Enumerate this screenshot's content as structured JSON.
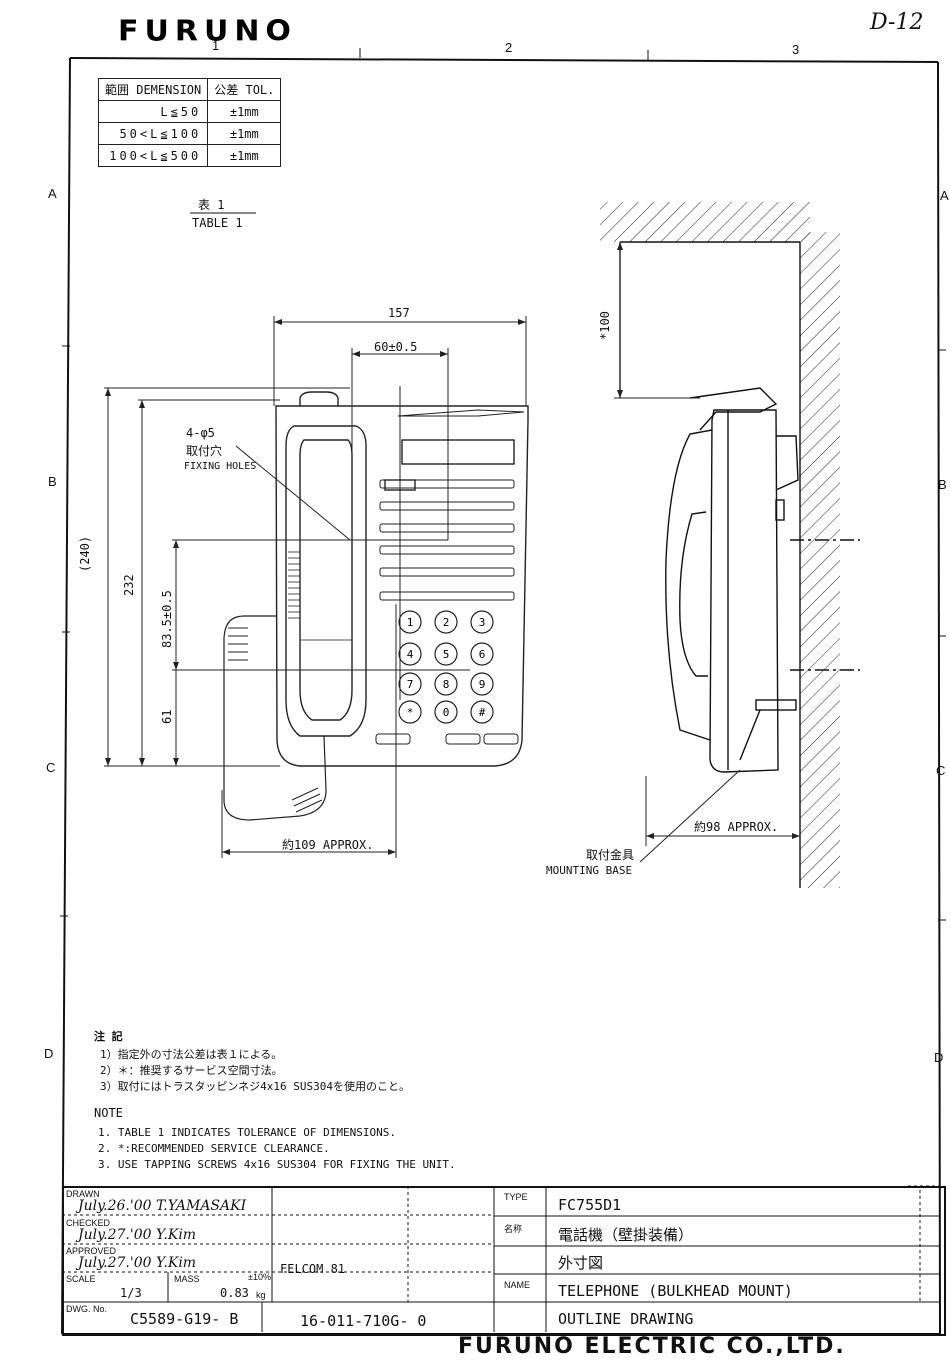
{
  "header": {
    "logo": "FURUNO",
    "sheet_no": "D-12",
    "col_labels": [
      "1",
      "2",
      "3"
    ],
    "row_labels": [
      "A",
      "B",
      "C",
      "D"
    ]
  },
  "tolerance_table": {
    "caption_jp": "表 1",
    "caption_en": "TABLE 1",
    "headers": [
      "範囲 DEMENSION",
      "公差 TOL."
    ],
    "rows": [
      [
        "L≦50",
        "±1mm"
      ],
      [
        "50<L≦100",
        "±1mm"
      ],
      [
        "100<L≦500",
        "±1mm"
      ]
    ]
  },
  "dimensions": {
    "width_157": "157",
    "hole_spacing": "60±0.5",
    "height_240": "(240)",
    "height_232": "232",
    "hole_vertical": "83.5±0.5",
    "dim_61": "61",
    "approx_109": "約109 APPROX.",
    "clearance_100": "*100",
    "approx_98": "約98 APPROX."
  },
  "callouts": {
    "holes_count": "4-φ5",
    "holes_jp": "取付穴",
    "holes_en": "FIXING HOLES",
    "base_jp": "取付金具",
    "base_en": "MOUNTING BASE"
  },
  "keypad": [
    "1",
    "2",
    "3",
    "4",
    "5",
    "6",
    "7",
    "8",
    "9",
    "*",
    "0",
    "#"
  ],
  "notes": {
    "jp_title": "注 記",
    "jp_lines": [
      "1）指定外の寸法公差は表１による。",
      "2）＊：推奨するサービス空間寸法。",
      "3）取付にはトラスタッピンネジ4x16 SUS304を使用のこと。"
    ],
    "en_title": "NOTE",
    "en_lines": [
      "1. TABLE 1 INDICATES TOLERANCE OF DIMENSIONS.",
      "2. *:RECOMMENDED SERVICE CLEARANCE.",
      "3. USE TAPPING SCREWS 4x16 SUS304 FOR FIXING THE UNIT."
    ]
  },
  "title_block": {
    "drawn_label": "DRAWN",
    "drawn_value": "July.26.'00 T.YAMASAKI",
    "checked_label": "CHECKED",
    "checked_value": "July.27.'00 Y.Kim",
    "approved_label": "APPROVED",
    "approved_value": "July.27.'00 Y.Kim",
    "scale_label": "SCALE",
    "scale_value": "1/3",
    "mass_label": "MASS",
    "mass_tol": "±10%",
    "mass_value": "0.83",
    "mass_unit": "kg",
    "dwg_label": "DWG. No.",
    "dwg_value": "C5589-G19- B",
    "ref_no": "16-011-710G- 0",
    "felcom": "FELCOM 81",
    "type_label": "TYPE",
    "type_value": "FC755D1",
    "name_jp_label": "名称",
    "name_jp_value": "電話機（壁掛装備）",
    "drawing_jp": "外寸図",
    "name_label": "NAME",
    "name_value": "TELEPHONE (BULKHEAD MOUNT)",
    "drawing_en": "OUTLINE DRAWING"
  },
  "footer": "FURUNO ELECTRIC CO.,LTD."
}
